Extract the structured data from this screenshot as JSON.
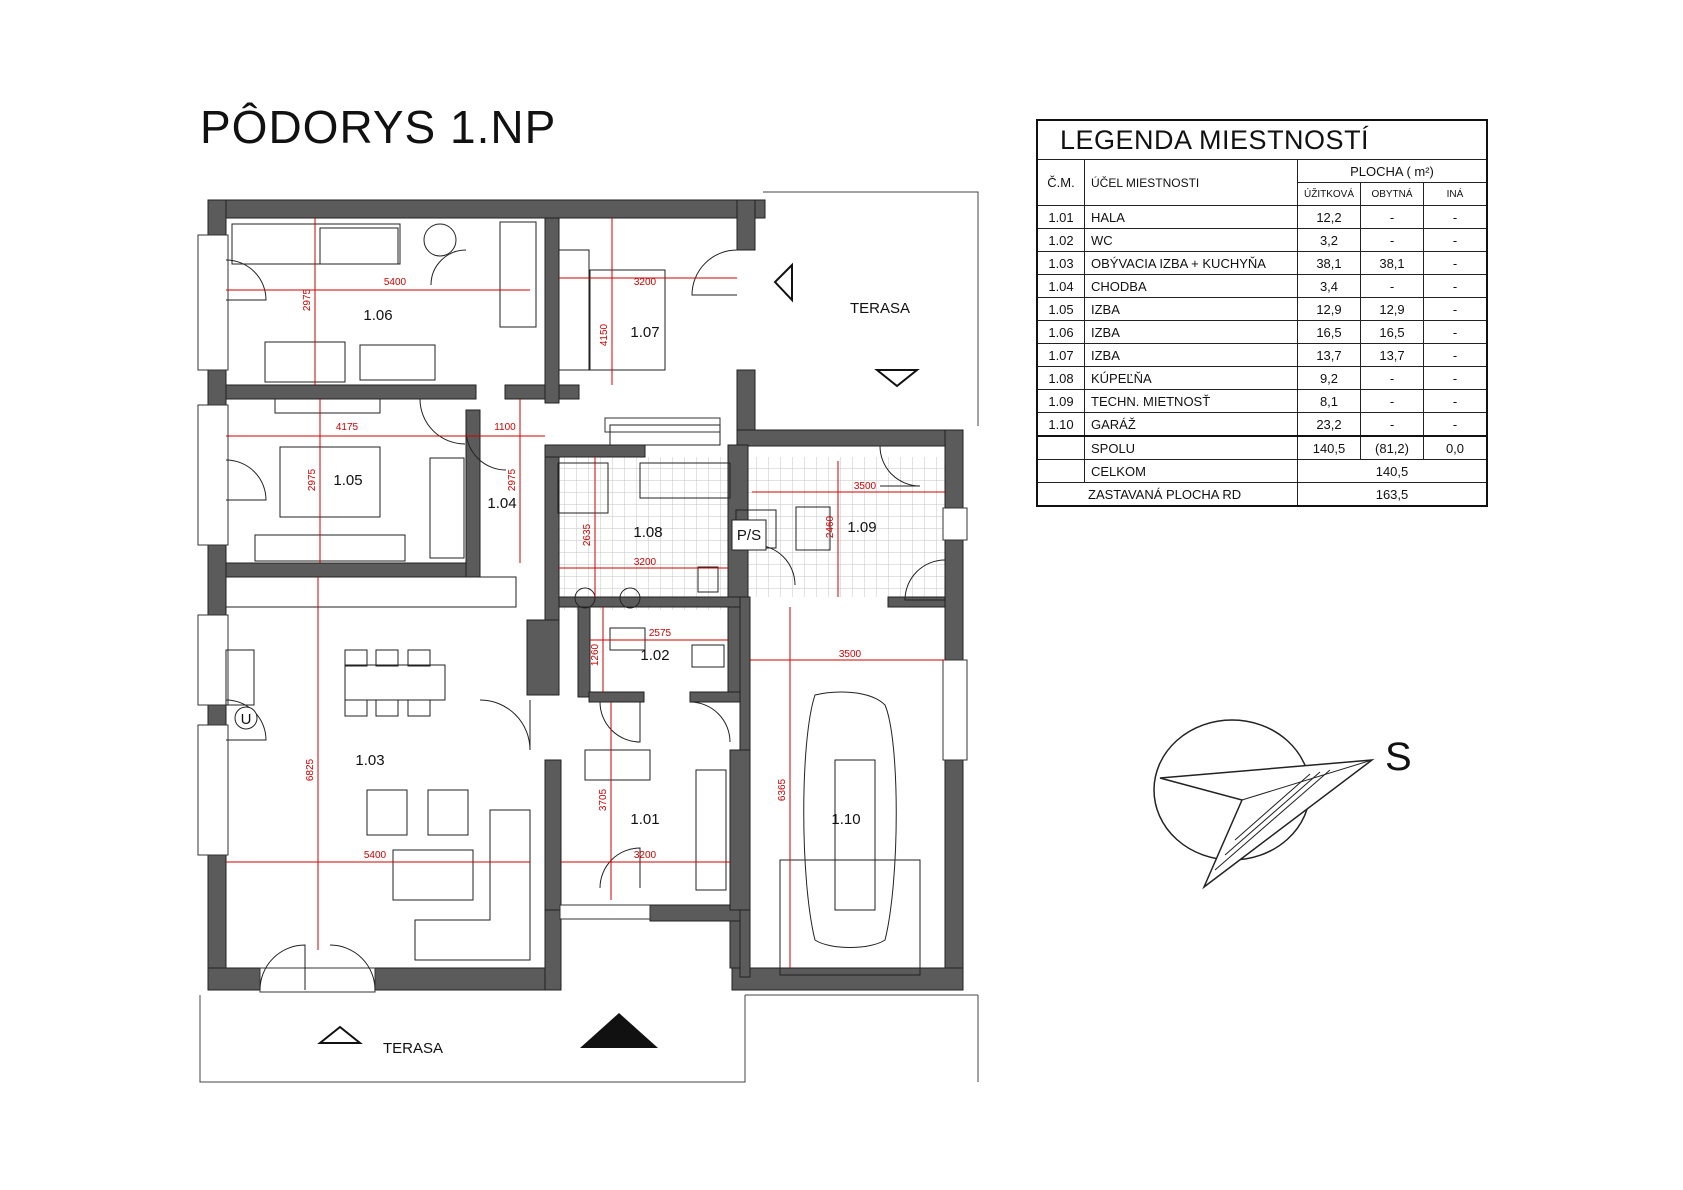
{
  "title": "PÔDORYS  1.NP",
  "rooms": [
    {
      "id": "1.01"
    },
    {
      "id": "1.02"
    },
    {
      "id": "1.03"
    },
    {
      "id": "1.04"
    },
    {
      "id": "1.05"
    },
    {
      "id": "1.06"
    },
    {
      "id": "1.07"
    },
    {
      "id": "1.08"
    },
    {
      "id": "1.09"
    },
    {
      "id": "1.10"
    }
  ],
  "dimensions": [
    "5400",
    "3200",
    "4150",
    "2975",
    "4175",
    "1100",
    "2975",
    "2975",
    "3500",
    "2460",
    "2635",
    "3200",
    "2575",
    "1260",
    "3500",
    "6825",
    "3705",
    "6365",
    "5400",
    "3200"
  ],
  "labels": {
    "terasa_east": "TERASA",
    "terasa_south": "TERASA",
    "ps": "P/S",
    "u": "U",
    "north": "S"
  },
  "legend": {
    "title": "LEGENDA MIESTNOSTÍ",
    "col_num": "Č.M.",
    "col_purpose": "ÚČEL MIESTNOSTI",
    "col_area": "PLOCHA ( m²)",
    "col_useful": "ÚŽITKOVÁ",
    "col_living": "OBYTNÁ",
    "col_other": "INÁ",
    "rows": [
      {
        "num": "1.01",
        "name": "HALA",
        "useful": "12,2",
        "living": "-",
        "other": "-"
      },
      {
        "num": "1.02",
        "name": "WC",
        "useful": "3,2",
        "living": "-",
        "other": "-"
      },
      {
        "num": "1.03",
        "name": "OBÝVACIA IZBA + KUCHYŇA",
        "useful": "38,1",
        "living": "38,1",
        "other": "-"
      },
      {
        "num": "1.04",
        "name": "CHODBA",
        "useful": "3,4",
        "living": "-",
        "other": "-"
      },
      {
        "num": "1.05",
        "name": "IZBA",
        "useful": "12,9",
        "living": "12,9",
        "other": "-"
      },
      {
        "num": "1.06",
        "name": "IZBA",
        "useful": "16,5",
        "living": "16,5",
        "other": "-"
      },
      {
        "num": "1.07",
        "name": "IZBA",
        "useful": "13,7",
        "living": "13,7",
        "other": "-"
      },
      {
        "num": "1.08",
        "name": "KÚPEĽŇA",
        "useful": "9,2",
        "living": "-",
        "other": "-"
      },
      {
        "num": "1.09",
        "name": "TECHN.  MIETNOSŤ",
        "useful": "8,1",
        "living": "-",
        "other": "-"
      },
      {
        "num": "1.10",
        "name": "GARÁŽ",
        "useful": "23,2",
        "living": "-",
        "other": "-"
      }
    ],
    "sum_label": "SPOLU",
    "sum_useful": "140,5",
    "sum_living": "(81,2)",
    "sum_other": "0,0",
    "total_label": "CELKOM",
    "total_value": "140,5",
    "built_label": "ZASTAVANÁ  PLOCHA RD",
    "built_value": "163,5"
  },
  "colors": {
    "wall": "#5b5b5b",
    "dimension": "#d00000",
    "tile": "#bdbdbd",
    "line": "#111111"
  }
}
